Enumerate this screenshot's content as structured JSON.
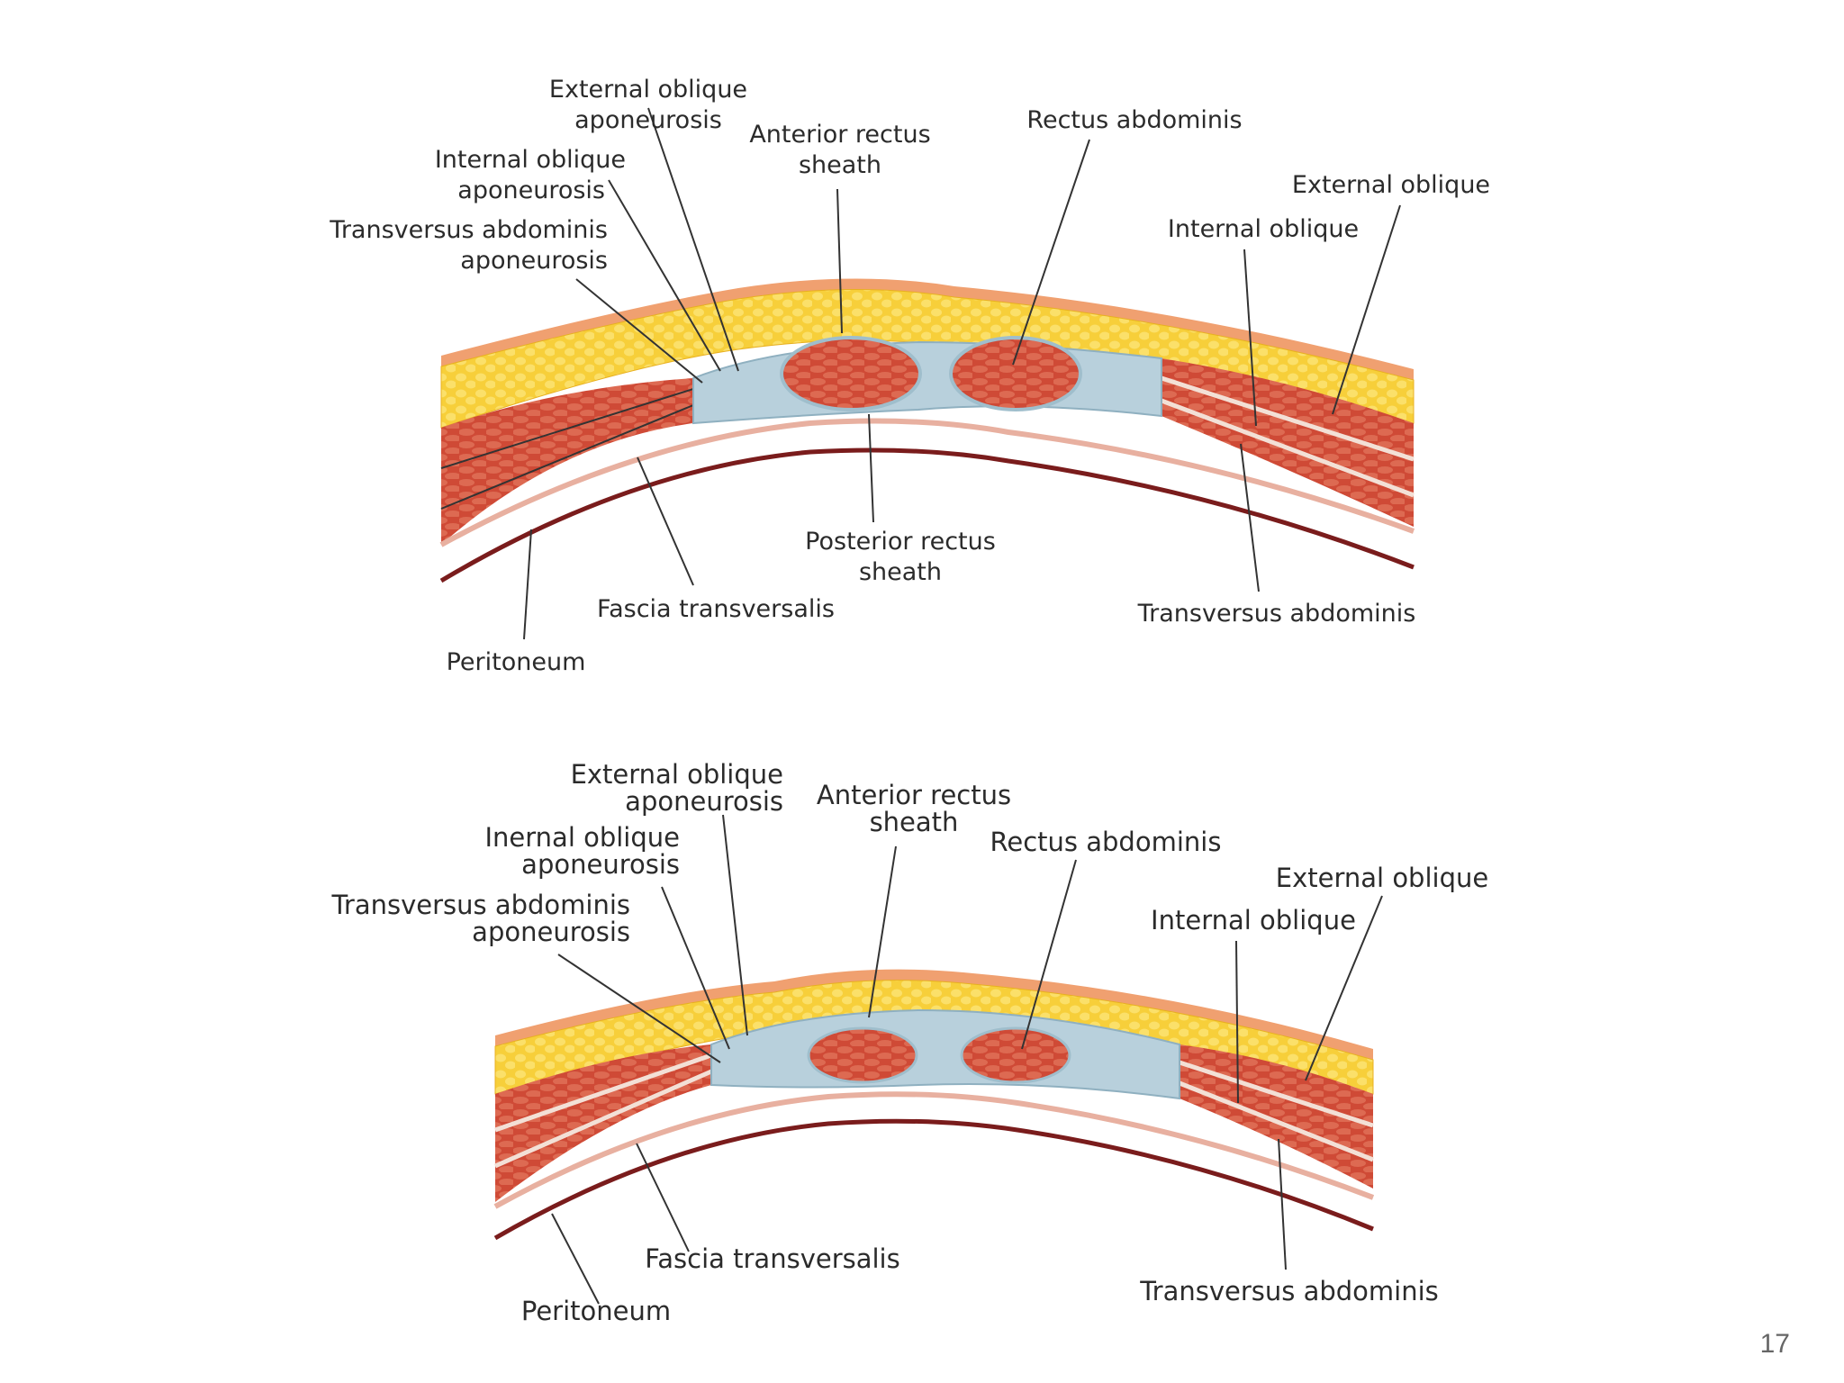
{
  "slide_number": "17",
  "colors": {
    "skin_outer": "#f0a070",
    "fat": "#f9d23a",
    "muscle": "#d44f3a",
    "sheath": "#b8d0dc",
    "fascia": "#e8b0a0",
    "peritoneum": "#7a1c1c"
  },
  "diagram_top": {
    "labels": {
      "ext_obl_apo": [
        "External oblique",
        "aponeurosis"
      ],
      "int_obl_apo": [
        "Internal oblique",
        "aponeurosis"
      ],
      "trans_apo": [
        "Transversus abdominis",
        "aponeurosis"
      ],
      "ant_sheath": [
        "Anterior rectus",
        "sheath"
      ],
      "rectus": "Rectus abdominis",
      "ext_obl": "External oblique",
      "int_obl": "Internal oblique",
      "post_sheath": [
        "Posterior rectus",
        "sheath"
      ],
      "fascia": "Fascia transversalis",
      "trans": "Transversus abdominis",
      "peritoneum": "Peritoneum"
    }
  },
  "diagram_bottom": {
    "labels": {
      "ext_obl_apo": [
        "External oblique",
        "aponeurosis"
      ],
      "int_obl_apo": [
        "Inernal oblique",
        "aponeurosis"
      ],
      "trans_apo": [
        "Transversus abdominis",
        "aponeurosis"
      ],
      "ant_sheath": [
        "Anterior rectus",
        "sheath"
      ],
      "rectus": "Rectus abdominis",
      "ext_obl": "External oblique",
      "int_obl": "Internal oblique",
      "fascia": "Fascia transversalis",
      "trans": "Transversus abdominis",
      "peritoneum": "Peritoneum"
    }
  }
}
